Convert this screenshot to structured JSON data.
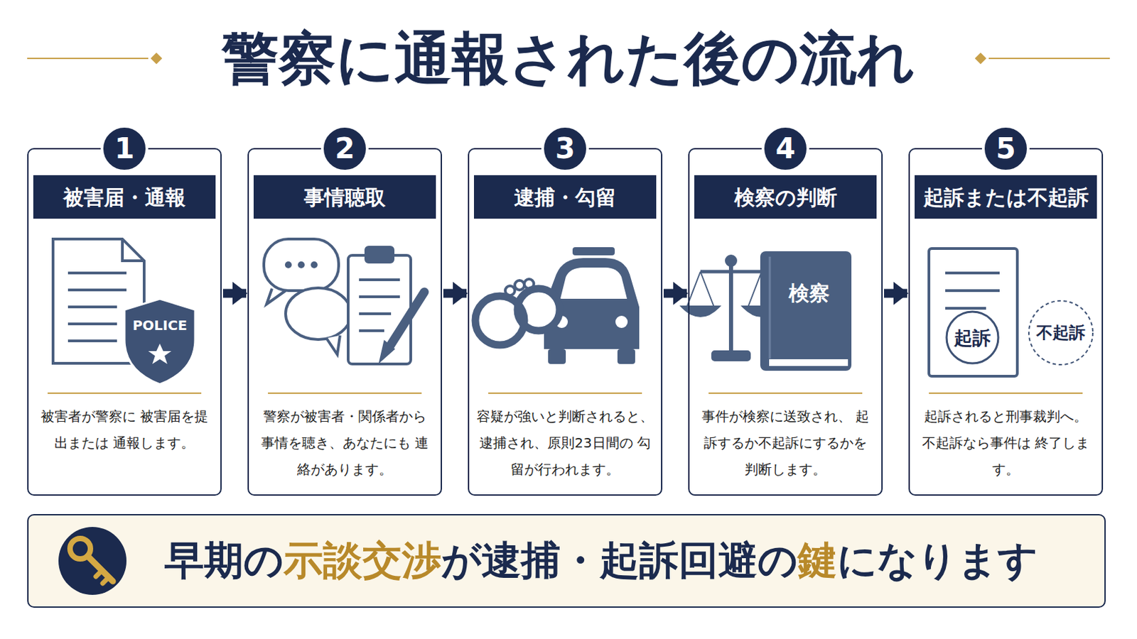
{
  "diagram": {
    "title": "警察に通報された後の流れ",
    "nodes": [
      {
        "text": [
          "被害者が警察に 被害届を提出または 通報します。"
        ]
      },
      {
        "text": [
          "1"
        ],
        "in": 0
      },
      {
        "text": [
          "被害届・通報"
        ],
        "in": 0
      },
      {
        "text": [
          "警察が被害者・関係者から 事情を聴き、あなたにも 連絡があります。"
        ]
      },
      {
        "text": [
          "2"
        ],
        "in": 3
      },
      {
        "text": [
          "事情聴取"
        ],
        "in": 3
      },
      {
        "text": [
          "容疑が強いと判断されると、 逮捕され、原則23日間の 勾留が行われます。"
        ]
      },
      {
        "text": [
          "3"
        ],
        "in": 6
      },
      {
        "text": [
          "逮捕・勾留"
        ],
        "in": 6
      },
      {
        "text": [
          "事件が検察に送致され、 起訴するか不起訴にするかを 判断します。"
        ]
      },
      {
        "text": [
          "4"
        ],
        "in": 9
      },
      {
        "text": [
          "検察の判断"
        ],
        "in": 9
      },
      {
        "text": [
          "起訴されると刑事裁判へ。 不起訴なら事件は 終了します。"
        ]
      },
      {
        "text": [
          "5"
        ],
        "in": 12
      },
      {
        "text": [
          "起訴または不起訴"
        ],
        "in": 12
      },
      {
        "text": [
          "早期の示談交渉が逮捕・起訴回避の鍵になります"
        ]
      }
    ],
    "edges": [
      {
        "from": 0,
        "to": 3,
        "arrow": "to"
      },
      {
        "from": 3,
        "to": 6,
        "arrow": "to"
      },
      {
        "from": 6,
        "to": 9,
        "arrow": "to"
      },
      {
        "from": 9,
        "to": 12,
        "arrow": "to"
      }
    ],
    "labels": [
      "POLICE",
      "検察",
      "起訴",
      "不起訴"
    ]
  }
}
